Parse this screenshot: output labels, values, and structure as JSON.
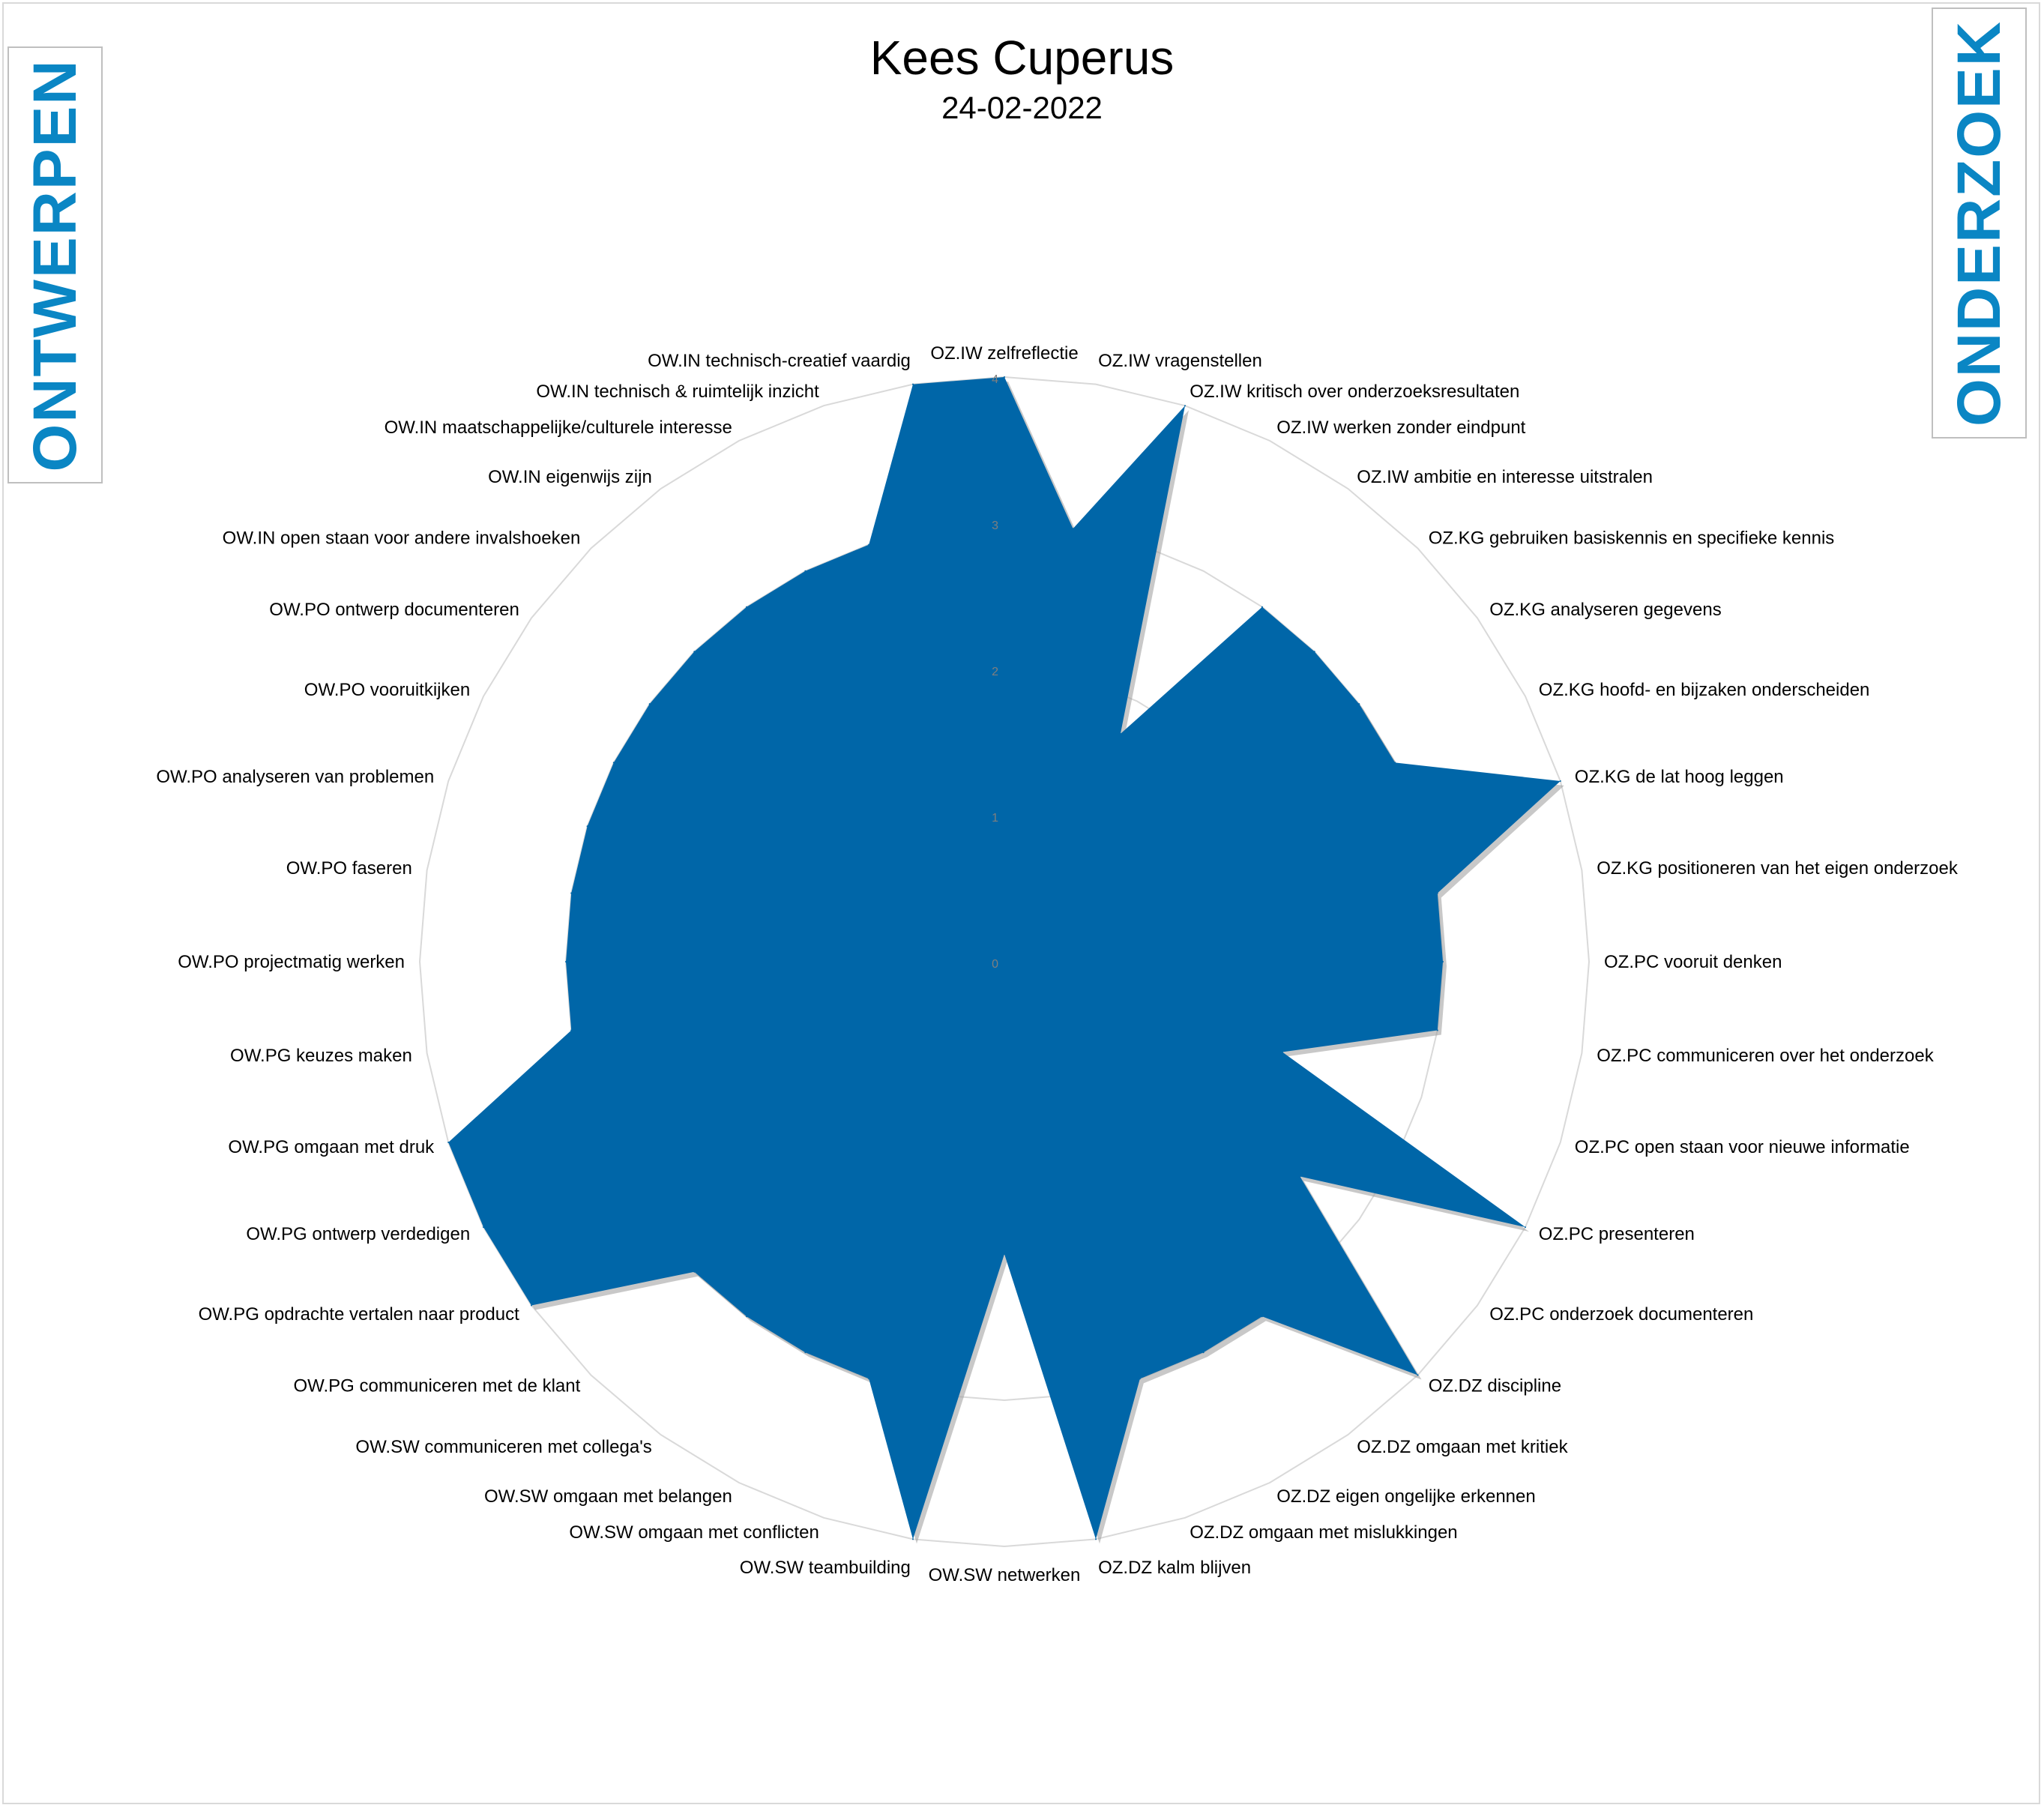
{
  "title": "Kees Cuperus",
  "subtitle": "24-02-2022",
  "left_banner": "ONTWERPEN",
  "right_banner": "ONDERZOEK",
  "colors": {
    "series_fill": "#0066a8",
    "banner_text": "#0a86c4",
    "grid": "#d9d9d9",
    "tick": "#7f7f7f"
  },
  "chart_data": {
    "type": "radar",
    "categories": [
      "OZ.IW zelfreflectie",
      "OZ.IW vragenstellen",
      "OZ.IW kritisch over onderzoeksresultaten",
      "OZ.IW werken zonder eindpunt",
      "OZ.IW ambitie en interesse uitstralen",
      "OZ.KG gebruiken basiskennis en specifieke kennis",
      "OZ.KG analyseren gegevens",
      "OZ.KG hoofd- en bijzaken onderscheiden",
      "OZ.KG de lat hoog leggen",
      "OZ.KG positioneren van het eigen onderzoek",
      "OZ.PC vooruit denken",
      "OZ.PC communiceren over het onderzoek",
      "OZ.PC open staan voor nieuwe informatie",
      "OZ.PC presenteren",
      "OZ.PC onderzoek documenteren",
      "OZ.DZ discipline",
      "OZ.DZ omgaan met kritiek",
      "OZ.DZ eigen ongelijke erkennen",
      "OZ.DZ omgaan met mislukkingen",
      "OZ.DZ kalm blijven",
      "OW.SW netwerken",
      "OW.SW teambuilding",
      "OW.SW omgaan met conflicten",
      "OW.SW omgaan met belangen",
      "OW.SW communiceren met collega's",
      "OW.PG communiceren met de klant",
      "OW.PG opdrachte vertalen naar product",
      "OW.PG ontwerp verdedigen",
      "OW.PG omgaan met druk",
      "OW.PG keuzes maken",
      "OW.PO projectmatig werken",
      "OW.PO faseren",
      "OW.PO analyseren van problemen",
      "OW.PO vooruitkijken",
      "OW.PO ontwerp documenteren",
      "OW.IN open staan voor andere invalshoeken",
      "OW.IN eigenwijs zijn",
      "OW.IN maatschappelijke/culturele interesse",
      "OW.IN technisch & ruimtelijk inzicht",
      "OW.IN technisch-creatief vaardig"
    ],
    "values": [
      4,
      3,
      4,
      1.75,
      3,
      3,
      3,
      3,
      4,
      3,
      3,
      3,
      2,
      4,
      2.5,
      4,
      3,
      3,
      3,
      4,
      2,
      4,
      3,
      3,
      3,
      3,
      4,
      4,
      4,
      3,
      3,
      3,
      3,
      3,
      3,
      3,
      3,
      3,
      3,
      4
    ],
    "r_ticks": [
      "0",
      "1",
      "2",
      "3",
      "4"
    ],
    "rlim": [
      0,
      4
    ],
    "grid": true,
    "legend": "none"
  }
}
